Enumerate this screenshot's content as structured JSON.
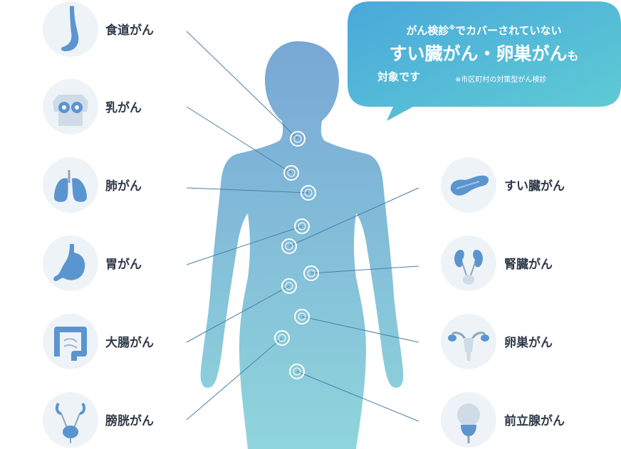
{
  "callout": {
    "line1": "がん検診",
    "line1_mark": "※",
    "line1_rest": "でカバーされていない",
    "line2": "すい臓がん・卵巣がん",
    "line2_suffix": "も",
    "line3": "対象です",
    "note": "※市区町村の対策型がん検診"
  },
  "cancers_left": [
    {
      "label": "食道がん",
      "icon": "esophagus-icon"
    },
    {
      "label": "乳がん",
      "icon": "breast-icon"
    },
    {
      "label": "肺がん",
      "icon": "lungs-icon"
    },
    {
      "label": "胃がん",
      "icon": "stomach-icon"
    },
    {
      "label": "大腸がん",
      "icon": "colon-icon"
    },
    {
      "label": "膀胱がん",
      "icon": "bladder-icon"
    }
  ],
  "cancers_right": [
    {
      "label": "すい臓がん",
      "icon": "pancreas-icon"
    },
    {
      "label": "腎臓がん",
      "icon": "kidney-icon"
    },
    {
      "label": "卵巣がん",
      "icon": "ovary-icon"
    },
    {
      "label": "前立腺がん",
      "icon": "prostate-icon"
    }
  ],
  "colors": {
    "bubble": "#4fb6d6",
    "body_top": "#7aaad6",
    "body_bottom": "#8dd3dc",
    "organ_bg": "#eef3f8",
    "organ": "#5b95cf",
    "line": "#4a7fa8",
    "text": "#2f3a48"
  }
}
